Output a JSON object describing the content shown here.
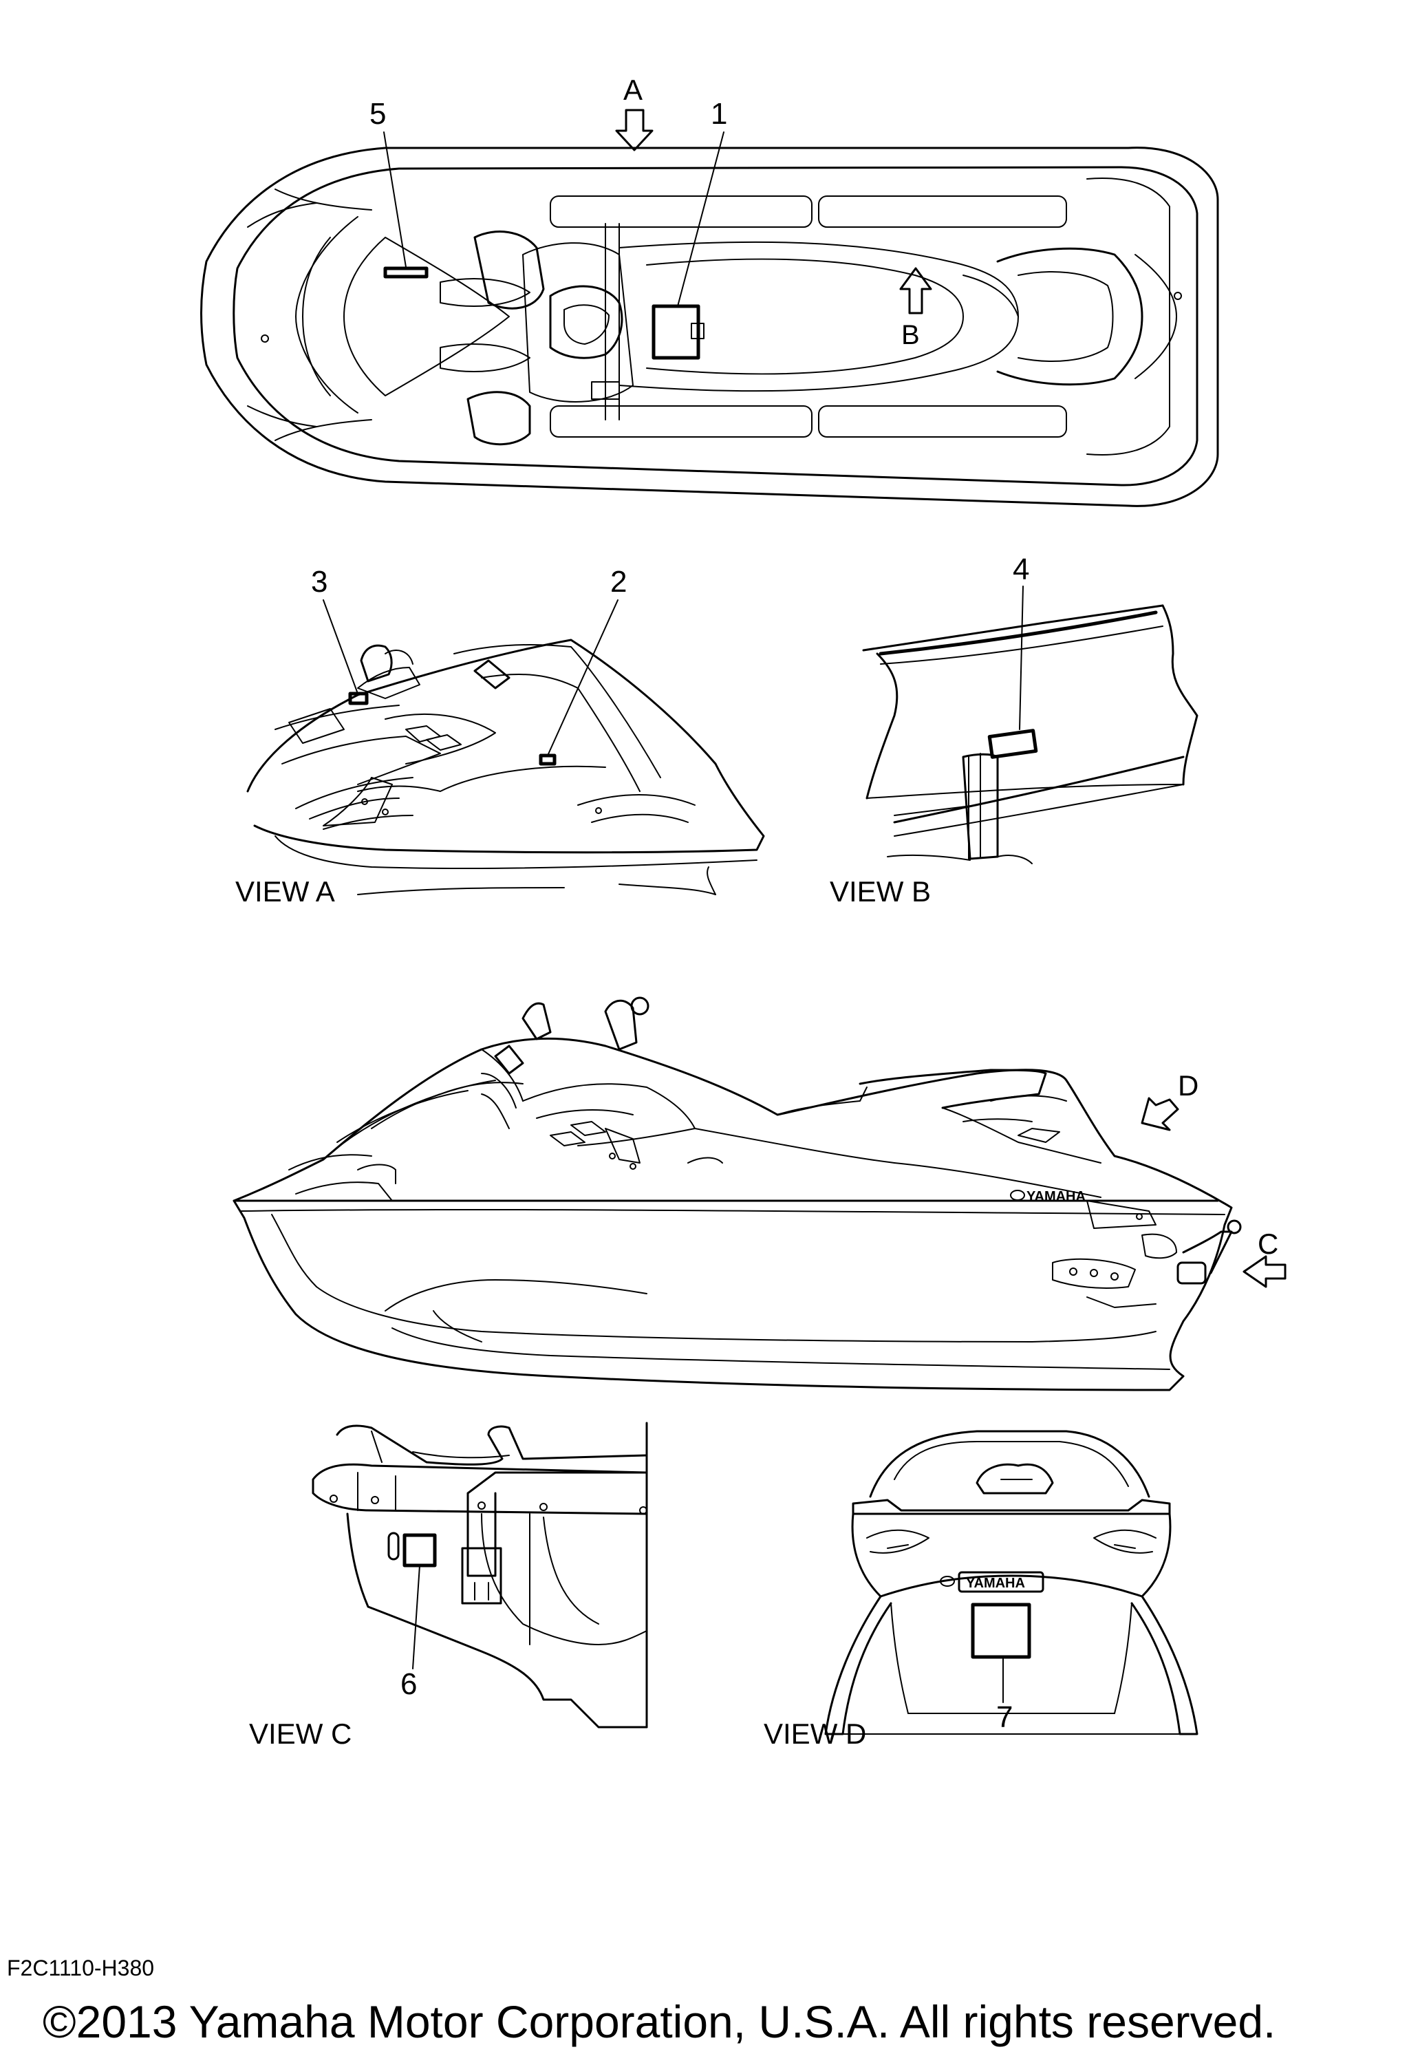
{
  "callouts": {
    "n1": "1",
    "n2": "2",
    "n3": "3",
    "n4": "4",
    "n5": "5",
    "n6": "6",
    "n7": "7"
  },
  "view_arrows": {
    "a": "A",
    "b": "B",
    "c": "C",
    "d": "D"
  },
  "views": {
    "a": "VIEW A",
    "b": "VIEW B",
    "c": "VIEW C",
    "d": "VIEW D"
  },
  "brand_marks": {
    "side": "YAMAHA",
    "rear": "YAMAHA"
  },
  "footer": {
    "code": "F2C1110-H380",
    "copyright": "©2013 Yamaha Motor Corporation, U.S.A. All rights reserved."
  }
}
